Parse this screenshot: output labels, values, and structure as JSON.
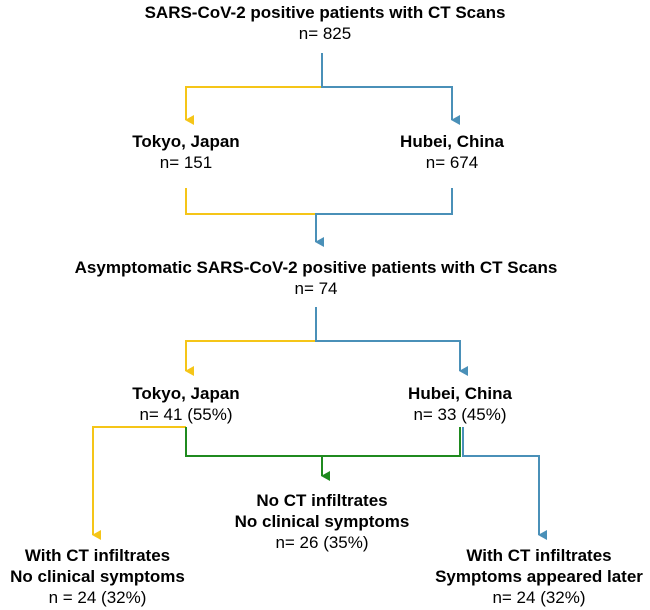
{
  "colors": {
    "japan": "#f5c518",
    "china": "#4a90b8",
    "green": "#1f8a1f"
  },
  "nodes": {
    "all_title": "SARS-CoV-2 positive patients with CT Scans",
    "all_count": "n= 825",
    "tokyo1_title": "Tokyo, Japan",
    "tokyo1_count": "n= 151",
    "hubei1_title": "Hubei, China",
    "hubei1_count": "n= 674",
    "asym_title": "Asymptomatic SARS-CoV-2 positive patients with CT Scans",
    "asym_count": "n= 74",
    "tokyo2_title": "Tokyo, Japan",
    "tokyo2_count": "n= 41 (55%)",
    "hubei2_title": "Hubei, China",
    "hubei2_count": "n= 33 (45%)",
    "noinf_line1": "No CT infiltrates",
    "noinf_line2": "No clinical symptoms",
    "noinf_count": "n= 26 (35%)",
    "infnosym_line1": "With CT infiltrates",
    "infnosym_line2": "No clinical symptoms",
    "infnosym_count": "n = 24 (32%)",
    "inflater_line1": "With CT infiltrates",
    "inflater_line2": "Symptoms appeared later",
    "inflater_count": "n= 24 (32%)"
  }
}
